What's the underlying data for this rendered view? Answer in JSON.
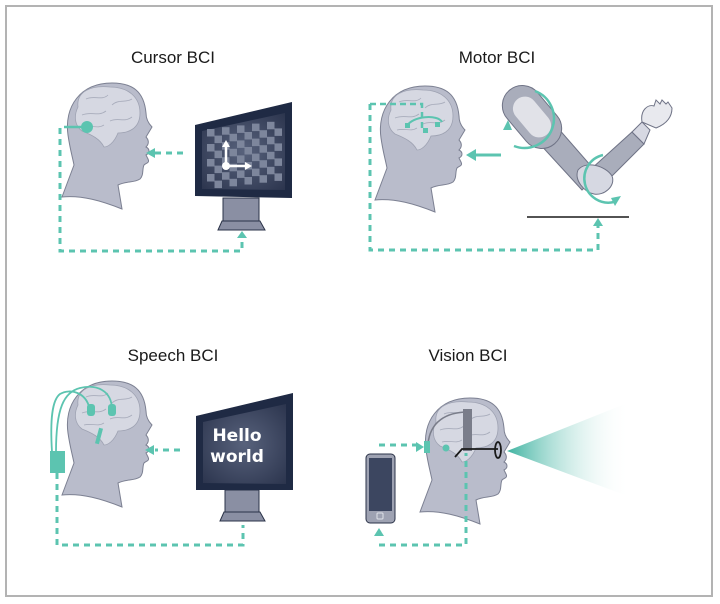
{
  "panels": [
    {
      "title": "Cursor BCI"
    },
    {
      "title": "Motor BCI"
    },
    {
      "title": "Speech BCI",
      "screen_text": [
        "Hello",
        "world"
      ]
    },
    {
      "title": "Vision BCI"
    }
  ],
  "colors": {
    "teal": "#5cc4b0",
    "head": "#b9bccb",
    "brain": "#d6d8e2",
    "monitor": "#1f2a44",
    "screen": "#3c4660",
    "frame": "#b3b3b3"
  }
}
